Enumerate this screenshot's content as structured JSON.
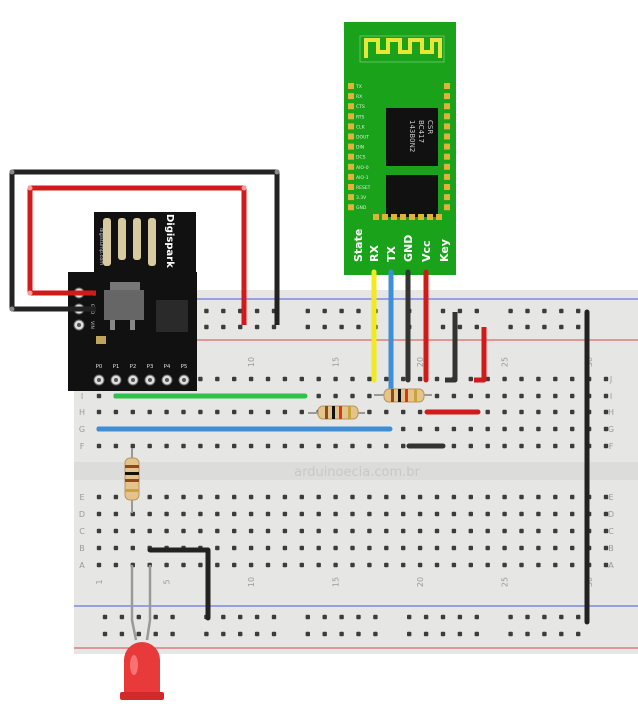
{
  "watermark": "arduinoecia.com.br",
  "colors": {
    "breadboard": "#e8e8e6",
    "rail_red": "#d84848",
    "rail_blue": "#4a5ad8",
    "wire_red": "#d21a1a",
    "wire_black": "#222222",
    "wire_yellow": "#f2ea1c",
    "wire_blue": "#3f8ed8",
    "wire_green": "#2fc24a",
    "bt_board": "#1aa31a",
    "digispark": "#111111",
    "led": "#e83a3a"
  },
  "breadboard": {
    "row_letters_top": [
      "J",
      "I",
      "H",
      "G",
      "F"
    ],
    "row_letters_bottom": [
      "E",
      "D",
      "C",
      "B",
      "A"
    ],
    "col_numbers": [
      "1",
      "5",
      "10",
      "15",
      "20",
      "25",
      "30"
    ]
  },
  "digispark": {
    "brand": "Digispark",
    "site": "digistump.com",
    "power_pins": [
      "5V",
      "GND",
      "VIN"
    ],
    "io_pins": [
      "P0",
      "P1",
      "P2",
      "P3",
      "P4",
      "P5"
    ]
  },
  "bluetooth": {
    "small_pins": [
      "TX",
      "RX",
      "CTS",
      "RTS",
      "CLK",
      "DOUT",
      "DIN",
      "DCS",
      "AIO-0",
      "AIO-1",
      "RESET",
      "3.3V",
      "GND"
    ],
    "chip_text": [
      "CSR",
      "BC417",
      "143B0N2"
    ],
    "pins": [
      "State",
      "RX",
      "TX",
      "GND",
      "Vcc",
      "Key"
    ]
  },
  "components": {
    "resistors": [
      "resistor-bt-divider-1",
      "resistor-bt-divider-2",
      "resistor-led"
    ],
    "led": "red-led"
  }
}
